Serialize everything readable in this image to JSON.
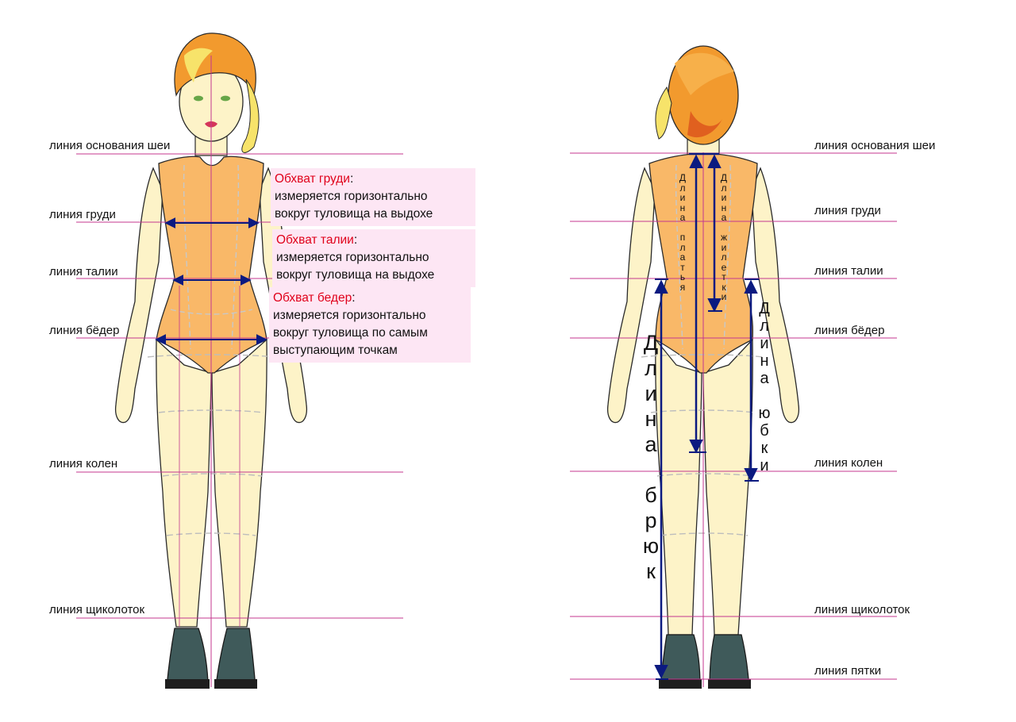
{
  "front": {
    "lines": [
      {
        "id": "neck",
        "label": "линия основания шеи"
      },
      {
        "id": "chest",
        "label": "линия груди"
      },
      {
        "id": "waist",
        "label": "линия талии"
      },
      {
        "id": "hips",
        "label": "линия бёдер"
      },
      {
        "id": "knees",
        "label": "линия колен"
      },
      {
        "id": "ankles",
        "label": "линия щиколоток"
      }
    ],
    "notes": [
      {
        "title": "Обхват груди",
        "sep": ":",
        "text": [
          "измеряется горизонтально",
          "вокруг туловища на выдохе"
        ]
      },
      {
        "title": "Обхват талии",
        "sep": ":",
        "text": [
          "измеряется горизонтально",
          "вокруг туловища на выдохе"
        ]
      },
      {
        "title": "Обхват бедер",
        "sep": ":",
        "text": [
          "измеряется горизонтально",
          "вокруг туловища по самым",
          "выступающим точкам"
        ]
      }
    ]
  },
  "back": {
    "lines": [
      {
        "id": "neck",
        "label": "линия основания шеи"
      },
      {
        "id": "chest",
        "label": "линия груди"
      },
      {
        "id": "waist",
        "label": "линия талии"
      },
      {
        "id": "hips",
        "label": "линия бёдер"
      },
      {
        "id": "knees",
        "label": "линия колен"
      },
      {
        "id": "ankles",
        "label": "линия щиколоток"
      },
      {
        "id": "heel",
        "label": "линия пятки"
      }
    ],
    "measures": {
      "dress_length": "Длина платья",
      "vest_length": "Длина жилетки",
      "skirt_length": "Длина юбки",
      "trousers_length": "Длина брюк"
    }
  },
  "colors": {
    "guide_line": "#c4378f",
    "arrow": "#0b1a80",
    "skin": "#fdf3c8",
    "bodysuit": "#f9b868",
    "hair": "#f29a2e",
    "boot": "#3f5a5a",
    "note_bg": "#fde6f4",
    "note_title": "#e0001a"
  }
}
